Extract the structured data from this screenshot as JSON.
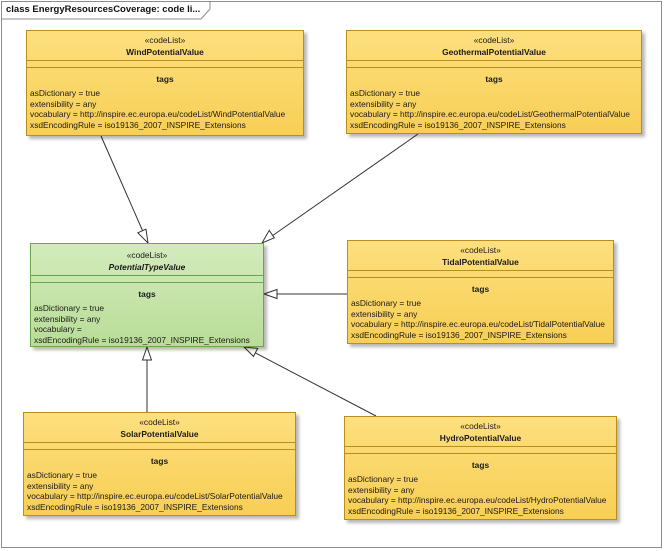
{
  "frame": {
    "title": "class EnergyResourcesCoverage: code li..."
  },
  "classes": {
    "wind": {
      "stereotype": "«codeList»",
      "name": "WindPotentialValue",
      "tags_title": "tags",
      "tags": [
        "asDictionary = true",
        "extensibility = any",
        "vocabulary = http://inspire.ec.europa.eu/codeList/WindPotentialValue",
        "xsdEncodingRule = iso19136_2007_INSPIRE_Extensions"
      ]
    },
    "geothermal": {
      "stereotype": "«codeList»",
      "name": "GeothermalPotentialValue",
      "tags_title": "tags",
      "tags": [
        "asDictionary = true",
        "extensibility = any",
        "vocabulary = http://inspire.ec.europa.eu/codeList/GeothermalPotentialValue",
        "xsdEncodingRule = iso19136_2007_INSPIRE_Extensions"
      ]
    },
    "potential": {
      "stereotype": "«codeList»",
      "name": "PotentialTypeValue",
      "tags_title": "tags",
      "tags": [
        "asDictionary = true",
        "extensibility = any",
        "vocabulary =",
        "xsdEncodingRule = iso19136_2007_INSPIRE_Extensions"
      ]
    },
    "tidal": {
      "stereotype": "«codeList»",
      "name": "TidalPotentialValue",
      "tags_title": "tags",
      "tags": [
        "asDictionary = true",
        "extensibility = any",
        "vocabulary = http://inspire.ec.europa.eu/codeList/TidalPotentialValue",
        "xsdEncodingRule = iso19136_2007_INSPIRE_Extensions"
      ]
    },
    "solar": {
      "stereotype": "«codeList»",
      "name": "SolarPotentialValue",
      "tags_title": "tags",
      "tags": [
        "asDictionary = true",
        "extensibility = any",
        "vocabulary = http://inspire.ec.europa.eu/codeList/SolarPotentialValue",
        "xsdEncodingRule = iso19136_2007_INSPIRE_Extensions"
      ]
    },
    "hydro": {
      "stereotype": "«codeList»",
      "name": "HydroPotentialValue",
      "tags_title": "tags",
      "tags": [
        "asDictionary = true",
        "extensibility = any",
        "vocabulary = http://inspire.ec.europa.eu/codeList/HydroPotentialValue",
        "xsdEncodingRule = iso19136_2007_INSPIRE_Extensions"
      ]
    }
  },
  "colors": {
    "codelist_fill": "#f8cf55",
    "abstract_fill": "#c3e2a3",
    "edge": "#333333"
  }
}
